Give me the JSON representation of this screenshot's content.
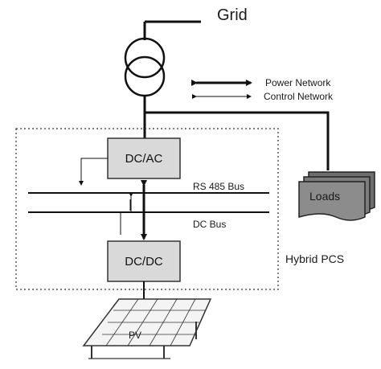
{
  "labels": {
    "grid": "Grid",
    "power_network": "Power Network",
    "control_network": "Control Network",
    "dcac": "DC/AC",
    "rs485": "RS 485 Bus",
    "dc_bus": "DC Bus",
    "dcdc": "DC/DC",
    "hybrid_pcs": "Hybrid PCS",
    "loads": "Loads",
    "pv": "PV"
  },
  "colors": {
    "line": "#111111",
    "box_fill": "#d9d9d9",
    "loads_fill": "#8c8c8c",
    "panel_fill": "#f4f4f4",
    "panel_line": "#333333"
  }
}
